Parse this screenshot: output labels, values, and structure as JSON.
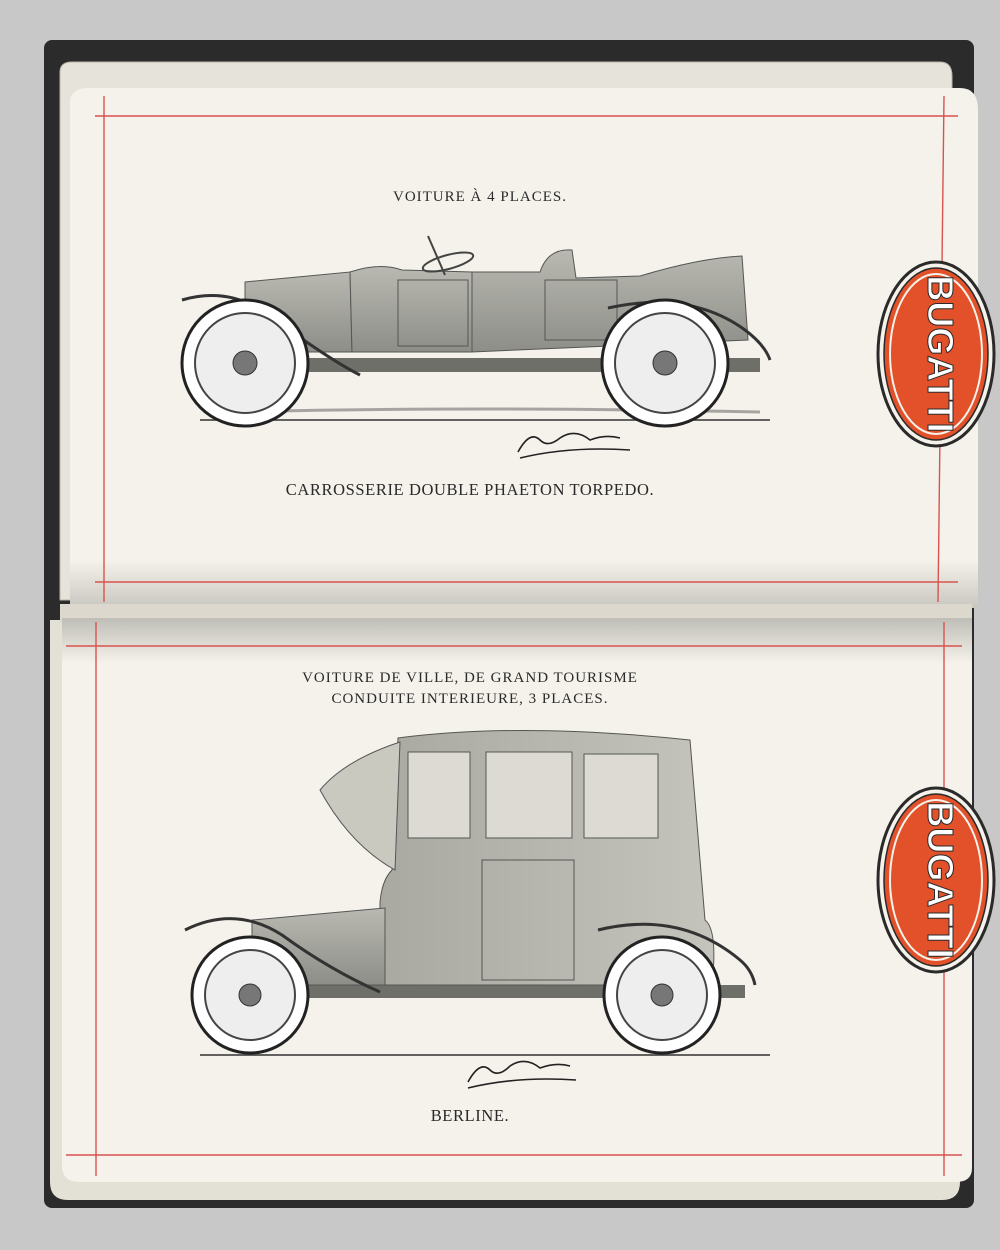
{
  "colors": {
    "background": "#c8c8c8",
    "paper": "#f4f2ea",
    "border_red": "#d9534f",
    "badge_orange": "#e2512a",
    "cover_dark": "#2b2b2b",
    "ink": "#2a2a2a"
  },
  "top_page": {
    "heading": "VOITURE À 4 PLACES.",
    "caption": "CARROSSERIE DOUBLE PHAETON TORPEDO.",
    "badge_text": "BUGATTI",
    "signature": "Ettore Bugatti"
  },
  "bottom_page": {
    "heading_line1": "VOITURE DE VILLE, DE GRAND TOURISME",
    "heading_line2": "CONDUITE INTERIEURE, 3 PLACES.",
    "caption": "BERLINE.",
    "badge_text": "BUGATTI",
    "signature": "Ettore Bugatti"
  }
}
